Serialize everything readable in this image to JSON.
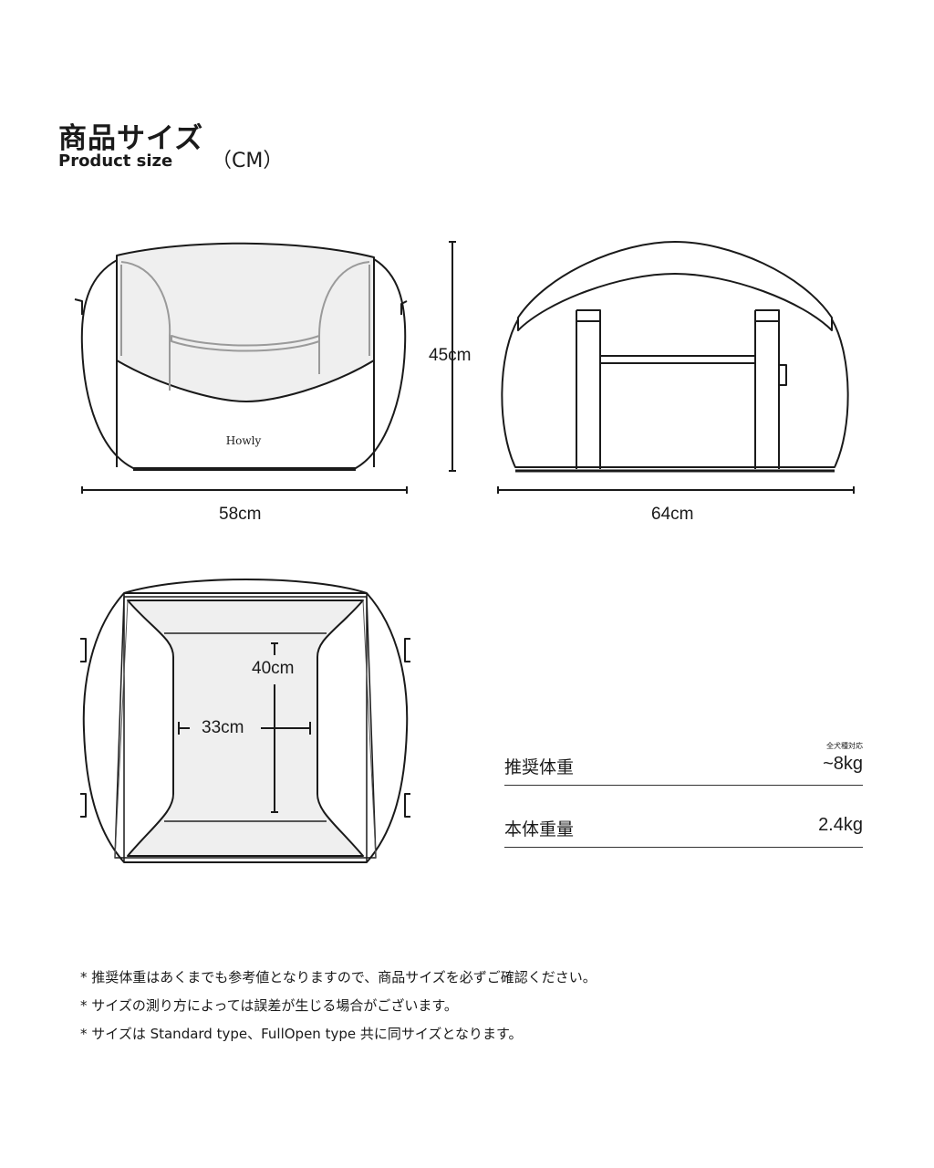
{
  "header": {
    "title_ja": "商品サイズ",
    "title_en": "Product size",
    "unit": "（CM）"
  },
  "diagram": {
    "brand_label": "Howly",
    "front_width": "58cm",
    "side_width": "64cm",
    "front_height": "45cm",
    "inner_depth": "40cm",
    "inner_width": "33cm"
  },
  "specs": {
    "recommended_weight_label": "推奨体重",
    "recommended_weight_note": "全犬種対応",
    "recommended_weight_value": "~8kg",
    "body_weight_label": "本体重量",
    "body_weight_value": "2.4kg"
  },
  "notes": [
    "* 推奨体重はあくまでも参考値となりますので、商品サイズを必ずご確認ください。",
    "* サイズの測り方によっては誤差が生じる場合がございます。",
    "* サイズは Standard type、FullOpen type 共に同サイズとなります。"
  ],
  "colors": {
    "inner_fill": "#efefef",
    "line": "#1a1a1a",
    "inner_line": "#9a9a9a"
  }
}
